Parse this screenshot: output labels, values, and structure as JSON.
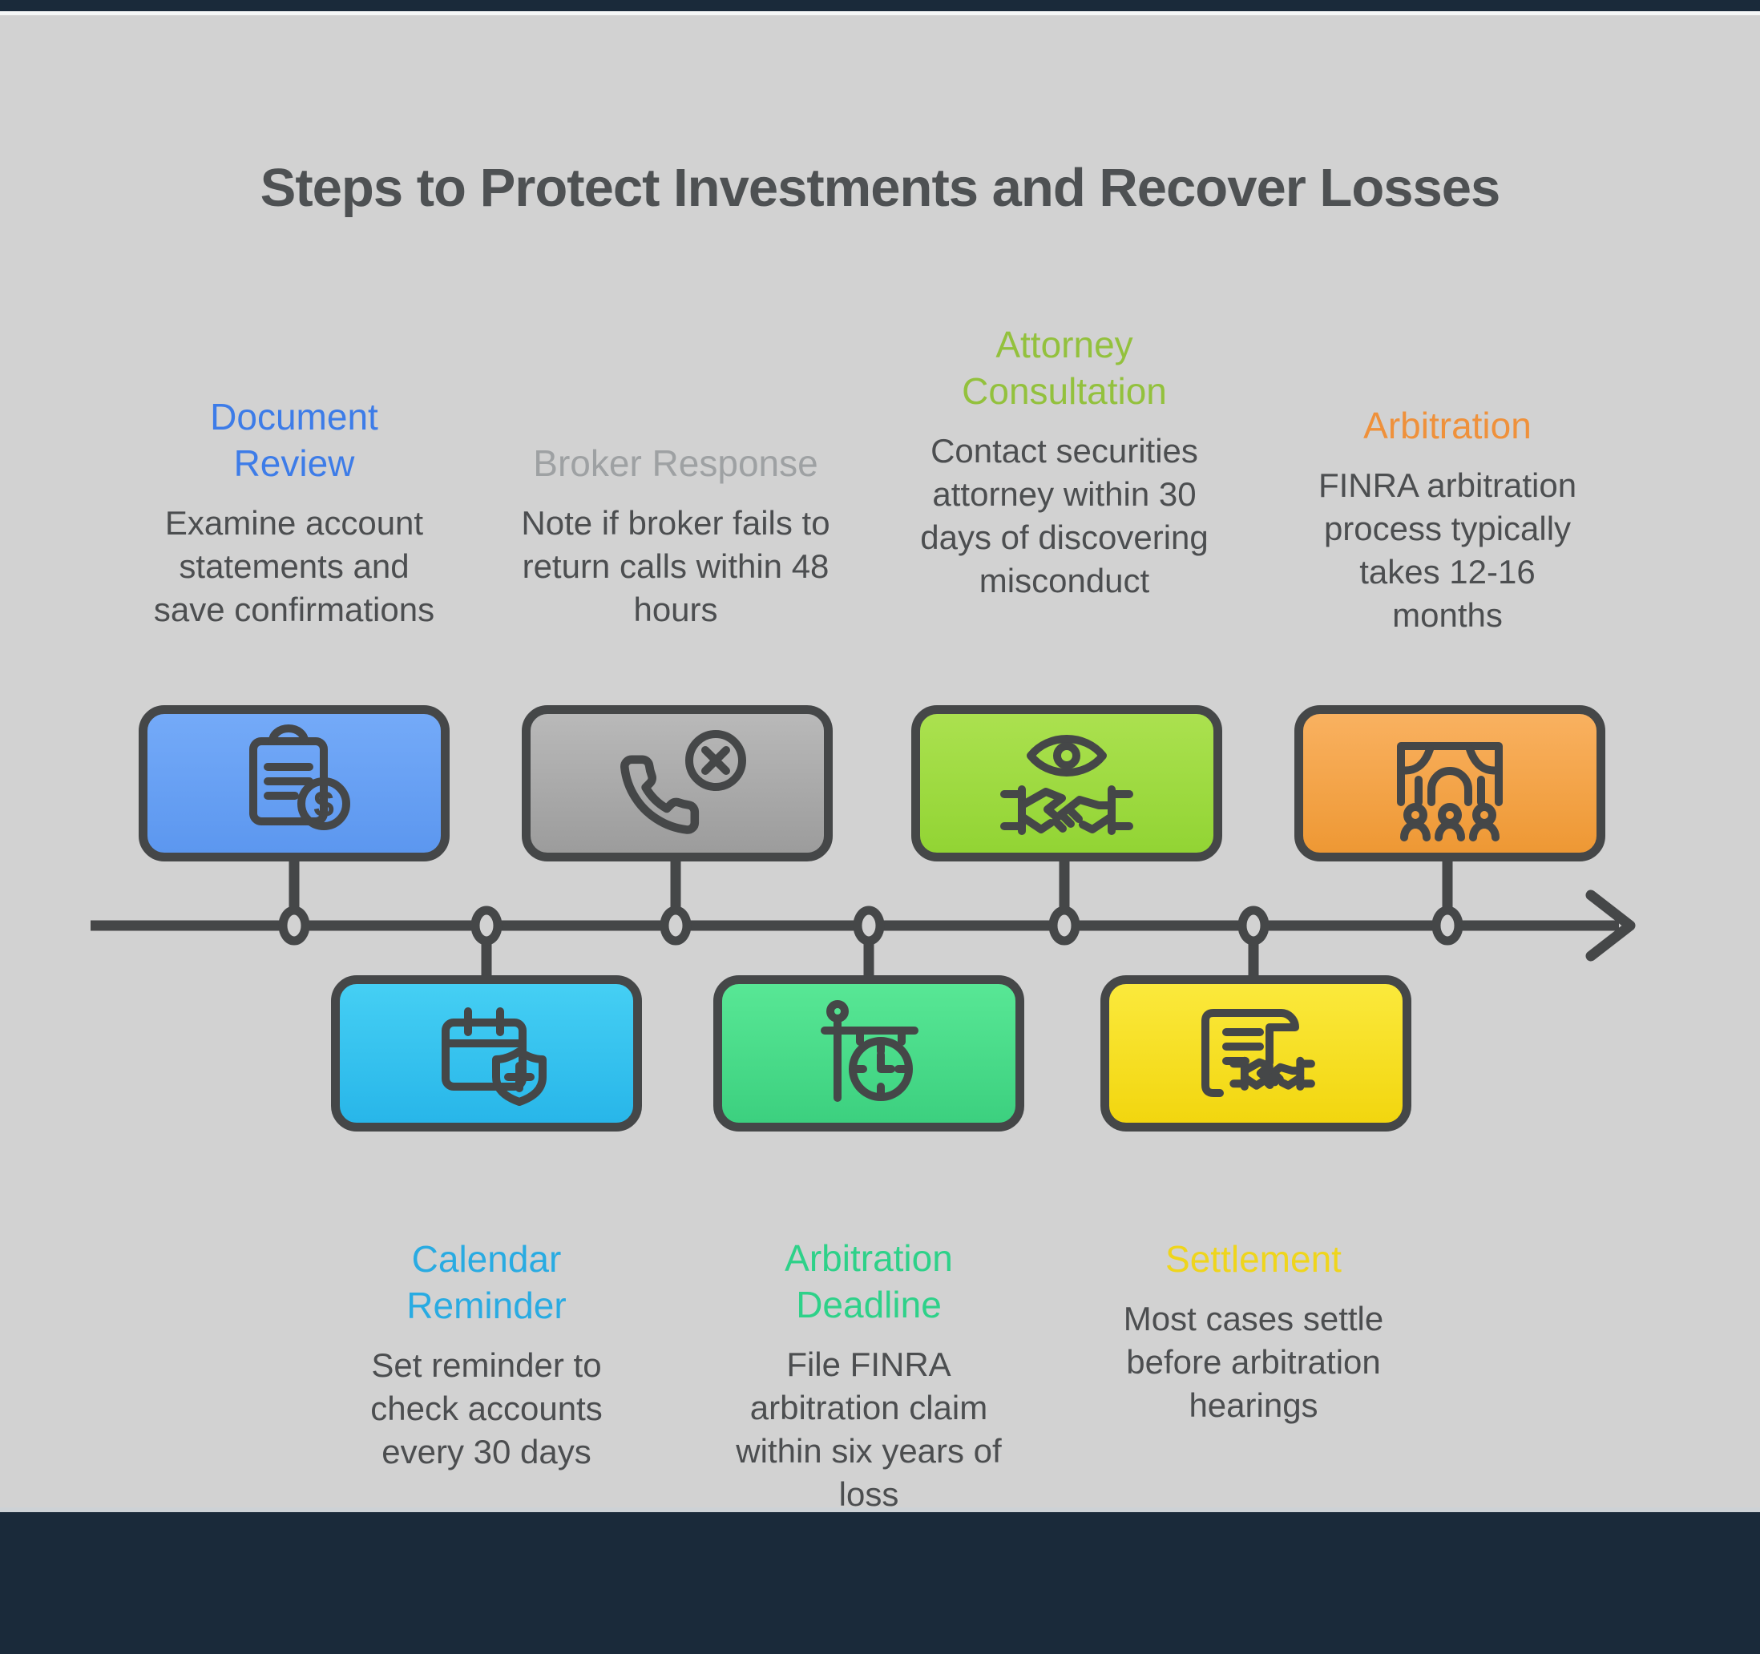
{
  "title": "Steps to Protect Investments and Recover Losses",
  "colors": {
    "background": "#d2d2d2",
    "band": "#1a2a3a",
    "outline": "#454748",
    "body_text": "#4c4e50",
    "title_text": "#4e5153"
  },
  "timeline": {
    "direction": "left-to-right",
    "node_count": 7
  },
  "steps": [
    {
      "label": "Document Review",
      "description": "Examine account statements and save confirmations",
      "position": "top",
      "accent_color": "#3D7CE8",
      "box_gradient": [
        "#74AAF8",
        "#5C97EF"
      ],
      "icon": "clipboard-dollar-icon"
    },
    {
      "label": "Calendar Reminder",
      "description": "Set reminder to check accounts every 30 days",
      "position": "bottom",
      "accent_color": "#29ABE2",
      "box_gradient": [
        "#45CFF4",
        "#28B6E9"
      ],
      "icon": "calendar-shield-icon"
    },
    {
      "label": "Broker Response",
      "description": "Note if broker fails to return calls within 48 hours",
      "position": "top",
      "accent_color": "#9EA1A3",
      "box_gradient": [
        "#B9B9B9",
        "#9C9C9C"
      ],
      "icon": "phone-missed-icon"
    },
    {
      "label": "Arbitration Deadline",
      "description": "File FINRA arbitration claim within six years of loss",
      "position": "bottom",
      "accent_color": "#2ED189",
      "box_gradient": [
        "#58E795",
        "#3CD07F"
      ],
      "icon": "hanging-clock-icon"
    },
    {
      "label": "Attorney Consultation",
      "description": "Contact securities attorney within 30 days of discovering misconduct",
      "position": "top",
      "accent_color": "#93C13D",
      "box_gradient": [
        "#ABE14F",
        "#92D434"
      ],
      "icon": "eye-handshake-icon"
    },
    {
      "label": "Settlement",
      "description": "Most cases settle before arbitration hearings",
      "position": "bottom",
      "accent_color": "#EFD51C",
      "box_gradient": [
        "#FBE93C",
        "#F2D60F"
      ],
      "icon": "contract-handshake-icon"
    },
    {
      "label": "Arbitration",
      "description": "FINRA arbitration process typically takes 12-16 months",
      "position": "top",
      "accent_color": "#EF913B",
      "box_gradient": [
        "#F9B160",
        "#EE9834"
      ],
      "icon": "courtroom-icon"
    }
  ]
}
